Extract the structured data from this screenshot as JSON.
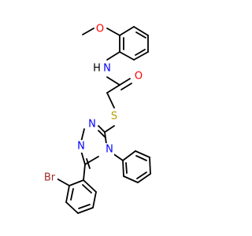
{
  "colors": {
    "background": "#ffffff",
    "bond": "#000000",
    "O": "#ff0000",
    "N": "#0000ff",
    "S": "#b8a000",
    "Br": "#a52a2a"
  },
  "atoms": [
    {
      "id": "O_methoxy",
      "symbol": "O",
      "text": "O"
    },
    {
      "id": "N_amide",
      "symbol": "N",
      "text": "N"
    },
    {
      "id": "H_amide",
      "symbol": "H",
      "text": "H"
    },
    {
      "id": "O_carbonyl",
      "symbol": "O",
      "text": "O"
    },
    {
      "id": "S_thioether",
      "symbol": "S",
      "text": "S"
    },
    {
      "id": "N_triazole_1",
      "symbol": "N",
      "text": "N"
    },
    {
      "id": "N_triazole_2",
      "symbol": "N",
      "text": "N"
    },
    {
      "id": "N_triazole_4",
      "symbol": "N",
      "text": "N"
    },
    {
      "id": "Br",
      "symbol": "Br",
      "text": "Br"
    }
  ]
}
